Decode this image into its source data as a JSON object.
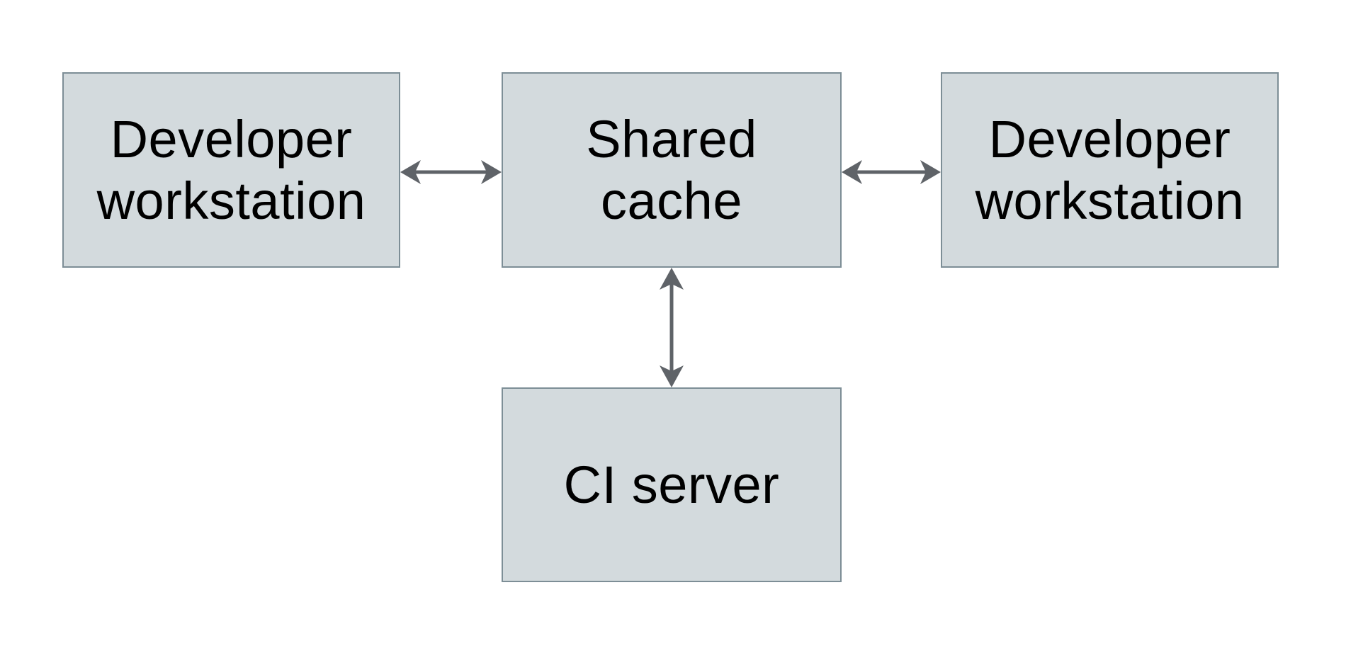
{
  "diagram": {
    "type": "architecture-diagram",
    "description": "Shared build cache topology: two developer workstations and a CI server all connect bidirectionally to a shared cache",
    "colors": {
      "background": "#ffffff",
      "node_fill": "#d3dadd",
      "node_border": "#7d8e96",
      "arrow": "#5f6368",
      "text": "#000000"
    },
    "nodes": {
      "developer_left": {
        "label": "Developer workstation"
      },
      "shared_cache": {
        "label": "Shared cache"
      },
      "developer_right": {
        "label": "Developer workstation"
      },
      "ci_server": {
        "label": "CI server"
      }
    },
    "edges": [
      {
        "from": "Developer workstation (left)",
        "to": "Shared cache",
        "type": "bidirectional"
      },
      {
        "from": "Shared cache",
        "to": "Developer workstation (right)",
        "type": "bidirectional"
      },
      {
        "from": "Shared cache",
        "to": "CI server",
        "type": "bidirectional"
      }
    ]
  }
}
